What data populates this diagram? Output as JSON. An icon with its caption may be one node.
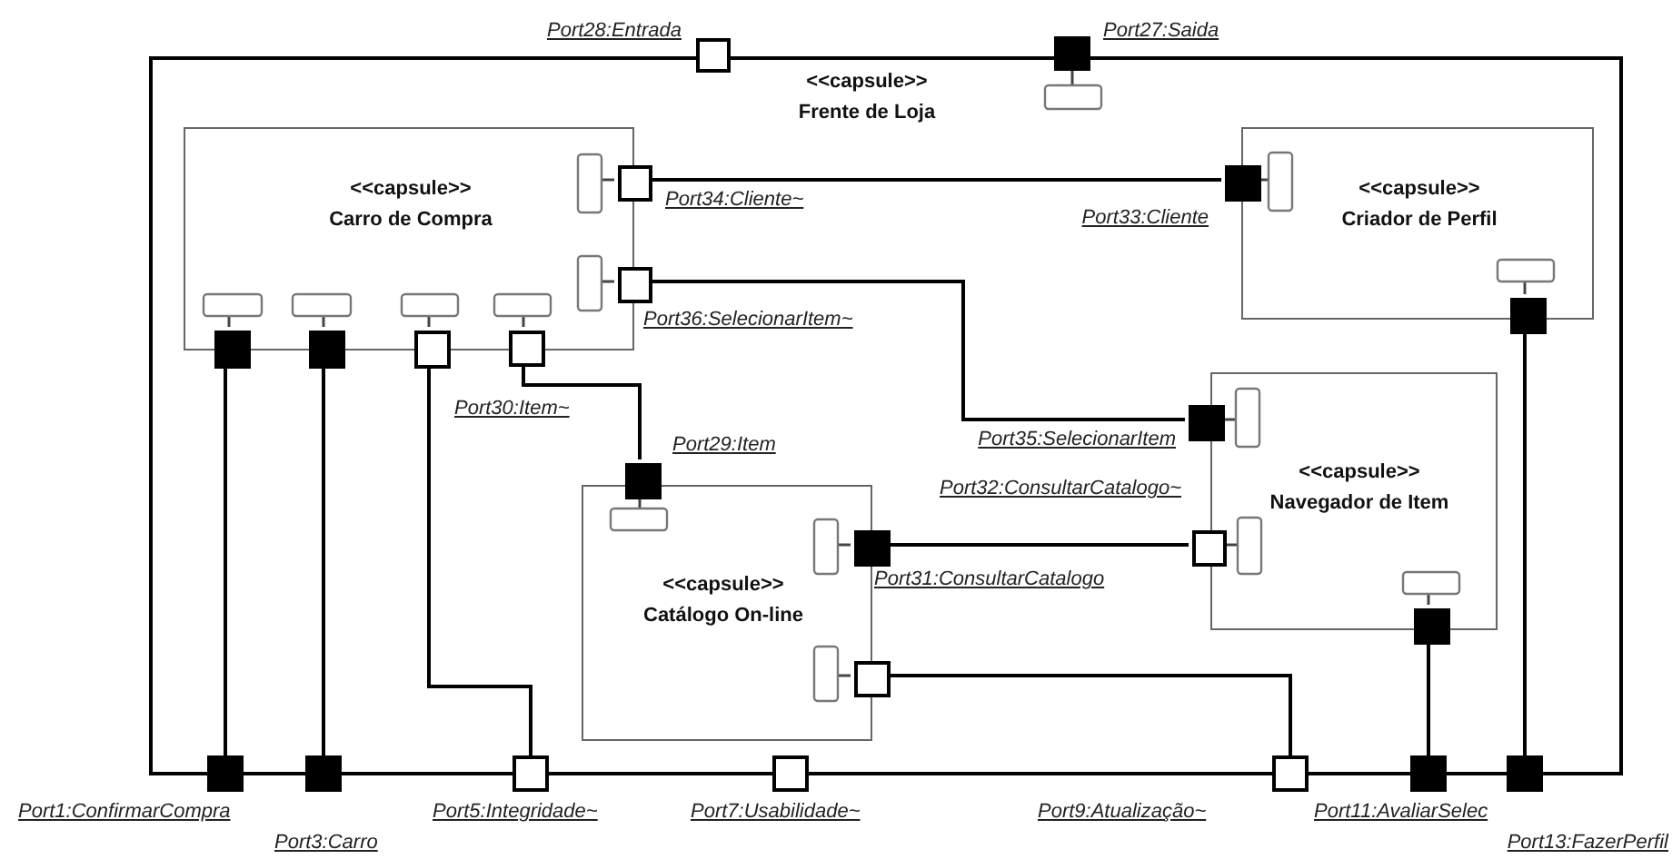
{
  "diagram": {
    "nodes": [
      {
        "text": [
          "<<capsule>>",
          "Frente de Loja"
        ]
      },
      {
        "text": [],
        "shape": "box",
        "beside": [
          "Port28:Entrada"
        ]
      },
      {
        "text": [],
        "shape": "box",
        "beside": [
          "Port27:Saida"
        ]
      },
      {
        "text": [
          "<<capsule>>",
          "Carro de Compra"
        ],
        "in": 0
      },
      {
        "text": [],
        "shape": "box",
        "in": 0,
        "beside": [
          "Port34:Cliente~"
        ]
      },
      {
        "text": [],
        "shape": "box",
        "in": 0,
        "beside": [
          "Port36:SelecionarItem~"
        ]
      },
      {
        "text": [],
        "shape": "box",
        "in": 0
      },
      {
        "text": [],
        "shape": "box",
        "in": 0
      },
      {
        "text": [],
        "shape": "box",
        "in": 0
      },
      {
        "text": [],
        "shape": "box",
        "in": 0,
        "beside": [
          "Port30:Item~"
        ]
      },
      {
        "text": [
          "<<capsule>>",
          "Criador de Perfil"
        ],
        "in": 0
      },
      {
        "text": [],
        "shape": "box",
        "in": 0,
        "beside": [
          "Port33:Cliente"
        ]
      },
      {
        "text": [],
        "shape": "box",
        "in": 0
      },
      {
        "text": [
          "<<capsule>>",
          "Navegador de Item"
        ],
        "in": 0
      },
      {
        "text": [],
        "shape": "box",
        "in": 0,
        "beside": [
          "Port35:SelecionarItem"
        ]
      },
      {
        "text": [],
        "shape": "box",
        "in": 0,
        "beside": [
          "Port32:ConsultarCatalogo~"
        ]
      },
      {
        "text": [],
        "shape": "box",
        "in": 0
      },
      {
        "text": [
          "<<capsule>>",
          "Catálogo On-line"
        ],
        "in": 0
      },
      {
        "text": [],
        "shape": "box",
        "in": 0,
        "beside": [
          "Port29:Item"
        ]
      },
      {
        "text": [],
        "shape": "box",
        "in": 0,
        "beside": [
          "Port31:ConsultarCatalogo"
        ]
      },
      {
        "text": [],
        "shape": "box",
        "in": 0
      },
      {
        "text": [],
        "shape": "box",
        "beside": [
          "Port1:ConfirmarCompra"
        ]
      },
      {
        "text": [],
        "shape": "box",
        "beside": [
          "Port3:Carro"
        ]
      },
      {
        "text": [],
        "shape": "box",
        "beside": [
          "Port5:Integridade~"
        ]
      },
      {
        "text": [],
        "shape": "box",
        "beside": [
          "Port7:Usabilidade~"
        ]
      },
      {
        "text": [],
        "shape": "box",
        "beside": [
          "Port9:Atualização~"
        ]
      },
      {
        "text": [],
        "shape": "box",
        "beside": [
          "Port11:AvaliarSelec"
        ]
      },
      {
        "text": [],
        "shape": "box",
        "beside": [
          "Port13:FazerPerfil"
        ]
      }
    ],
    "edges": [
      {
        "from": 6,
        "to": 21,
        "arrow": "none"
      },
      {
        "from": 7,
        "to": 22,
        "arrow": "none"
      },
      {
        "from": 8,
        "to": 23,
        "arrow": "none"
      },
      {
        "from": 9,
        "to": 18,
        "arrow": "none"
      },
      {
        "from": 4,
        "to": 11,
        "arrow": "none"
      },
      {
        "from": 5,
        "to": 14,
        "arrow": "none"
      },
      {
        "from": 19,
        "to": 15,
        "arrow": "none"
      },
      {
        "from": 20,
        "to": 25,
        "arrow": "none"
      },
      {
        "from": 16,
        "to": 26,
        "arrow": "none"
      },
      {
        "from": 12,
        "to": 27,
        "arrow": "none"
      }
    ]
  }
}
